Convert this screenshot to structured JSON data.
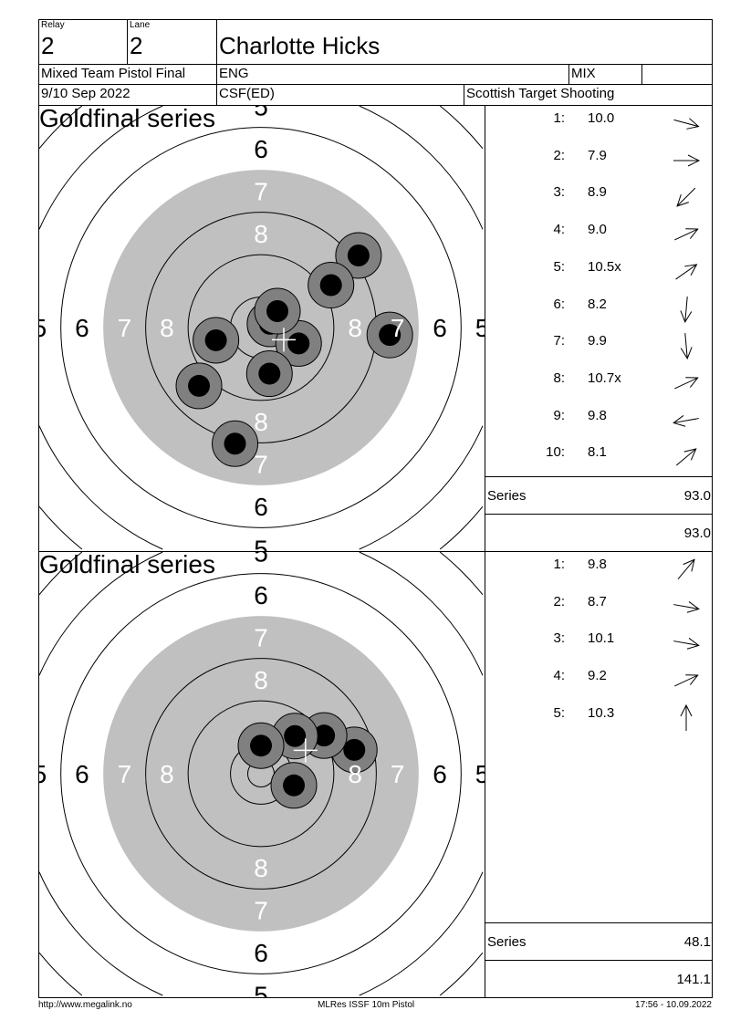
{
  "header": {
    "relay_label": "Relay",
    "relay": "2",
    "lane_label": "Lane",
    "lane": "2",
    "name": "Charlotte Hicks",
    "event": "Mixed Team Pistol Final",
    "nation": "ENG",
    "class": "MIX",
    "date": "9/10 Sep 2022",
    "club": "CSF(ED)",
    "organizer": "Scottish Target Shooting"
  },
  "panels": [
    {
      "title": "Goldfinal series",
      "series_label": "Series",
      "series_total": "93.0",
      "running_total": "93.0",
      "shots": [
        {
          "n": "1:",
          "score": "10.0",
          "dir_deg": 15,
          "x_mm": 18.4,
          "y_mm": -13.6
        },
        {
          "n": "2:",
          "score": "7.9",
          "dir_deg": 0,
          "x_mm": 13.2,
          "y_mm": -8.0
        },
        {
          "n": "3:",
          "score": "8.9",
          "dir_deg": 135,
          "x_mm": 1.7,
          "y_mm": -0.7
        },
        {
          "n": "4:",
          "score": "9.0",
          "dir_deg": -25,
          "x_mm": 7.1,
          "y_mm": 3.0
        },
        {
          "n": "5:",
          "score": "10.5x",
          "dir_deg": -35,
          "x_mm": 24.3,
          "y_mm": 1.4
        },
        {
          "n": "6:",
          "score": "8.2",
          "dir_deg": 95,
          "x_mm": -8.5,
          "y_mm": 2.4
        },
        {
          "n": "7:",
          "score": "9.9",
          "dir_deg": 85,
          "x_mm": 1.6,
          "y_mm": 8.7
        },
        {
          "n": "8:",
          "score": "10.7x",
          "dir_deg": -25,
          "x_mm": -11.7,
          "y_mm": 11.0
        },
        {
          "n": "9:",
          "score": "9.8",
          "dir_deg": 170,
          "x_mm": -4.9,
          "y_mm": 21.9
        },
        {
          "n": "10:",
          "score": "8.1",
          "dir_deg": -40,
          "x_mm": 3.1,
          "y_mm": -3.1
        }
      ],
      "mpi_mm": [
        4.3,
        2.3
      ]
    },
    {
      "title": "Goldfinal series",
      "series_label": "Series",
      "series_total": "48.1",
      "running_total": "141.1",
      "shots": [
        {
          "n": "1:",
          "score": "9.8",
          "dir_deg": -50,
          "x_mm": 17.6,
          "y_mm": -4.5
        },
        {
          "n": "2:",
          "score": "8.7",
          "dir_deg": 10,
          "x_mm": 11.9,
          "y_mm": -7.2
        },
        {
          "n": "3:",
          "score": "10.1",
          "dir_deg": 10,
          "x_mm": 6.4,
          "y_mm": -7.1
        },
        {
          "n": "4:",
          "score": "9.2",
          "dir_deg": -25,
          "x_mm": 6.2,
          "y_mm": 2.2
        },
        {
          "n": "5:",
          "score": "10.3",
          "dir_deg": -90,
          "x_mm": 0.0,
          "y_mm": -5.3
        }
      ],
      "mpi_mm": [
        8.4,
        -4.4
      ]
    }
  ],
  "ring_labels": [
    "5",
    "6",
    "7",
    "8"
  ],
  "colors": {
    "black_area": "#c0c0c0",
    "shot_outer": "#808080",
    "shot_inner": "#000000"
  },
  "footer": {
    "left": "http://www.megalink.no",
    "center": "MLRes ISSF 10m Pistol",
    "right": "17:56 - 10.09.2022"
  }
}
